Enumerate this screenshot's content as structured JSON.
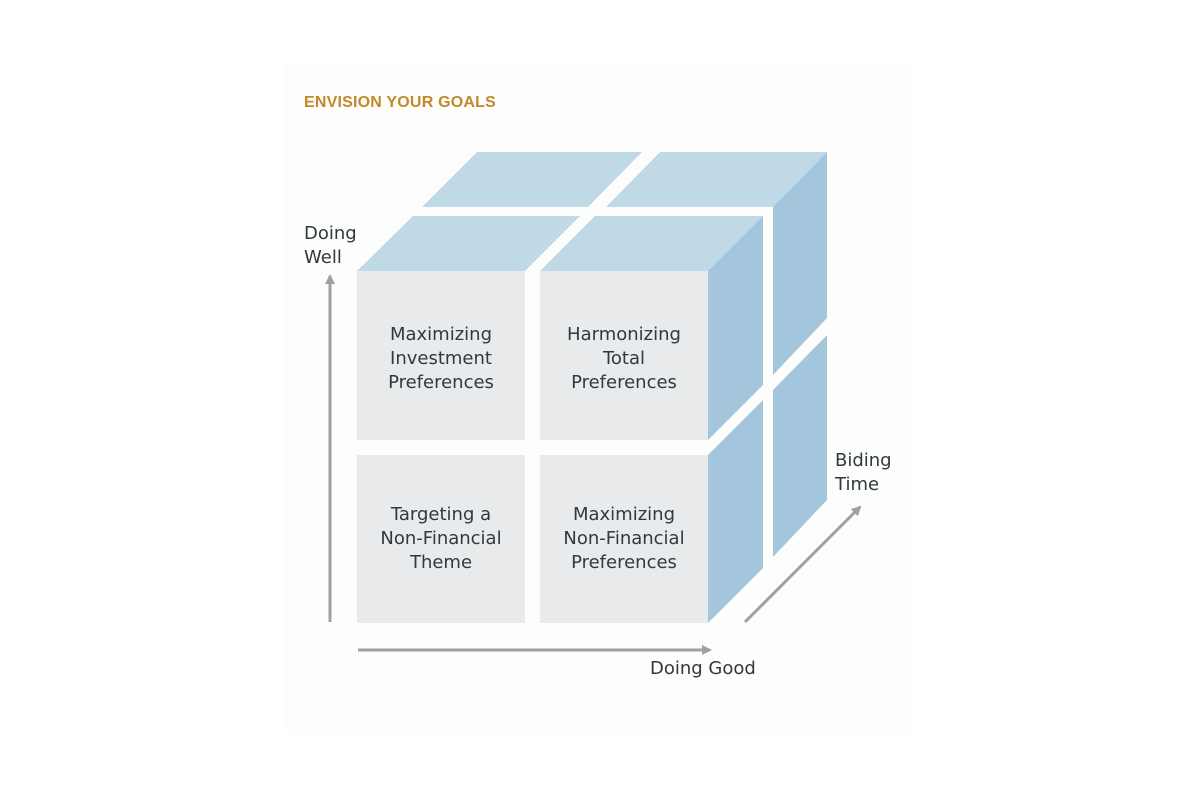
{
  "title": "ENVISION YOUR GOALS",
  "axes": {
    "y_label": "Doing\nWell",
    "x_label": "Doing Good",
    "z_label": "Biding\nTime"
  },
  "cells": {
    "top_left": "Maximizing\nInvestment\nPreferences",
    "top_right": "Harmonizing\nTotal\nPreferences",
    "bottom_left": "Targeting a\nNon-Financial\nTheme",
    "bottom_right": "Maximizing\nNon-Financial\nPreferences"
  },
  "colors": {
    "title": "#c1892a",
    "front_face": "#e8eaeb",
    "top_face": "#bfd9e7",
    "side_face": "#a3c6dc",
    "axis": "#9aa2a8",
    "text": "#2f3a3f"
  }
}
